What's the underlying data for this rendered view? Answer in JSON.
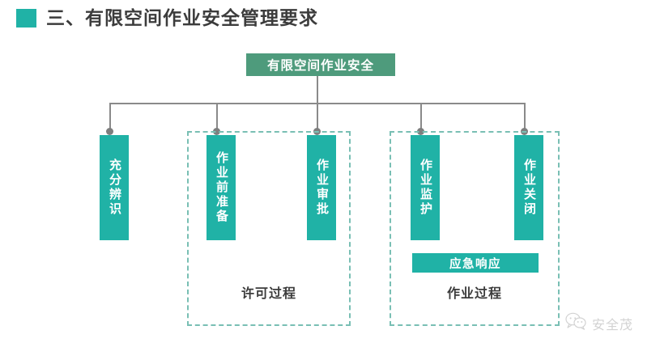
{
  "header": {
    "bullet_color": "#20B2A6",
    "title": "三、有限空间作业安全管理要求"
  },
  "diagram": {
    "root": {
      "label": "有限空间作业安全",
      "color": "#4E9B7C"
    },
    "accent_color": "#20B2A6",
    "dashed_border_color": "#79BFB4",
    "connector_color": "#8A8A8A",
    "nodes": [
      {
        "label": "充分辨识",
        "group": null
      },
      {
        "label": "作业前准备",
        "group": "permit"
      },
      {
        "label": "作业审批",
        "group": "permit"
      },
      {
        "label": "作业监护",
        "group": "work"
      },
      {
        "label": "作业关闭",
        "group": "work"
      }
    ],
    "groups": [
      {
        "id": "permit",
        "label": "许可过程"
      },
      {
        "id": "work",
        "label": "作业过程"
      }
    ],
    "emergency": {
      "label": "应急响应"
    }
  },
  "watermark": {
    "icon": "wechat-bubbles-icon",
    "text": "安全茂"
  }
}
